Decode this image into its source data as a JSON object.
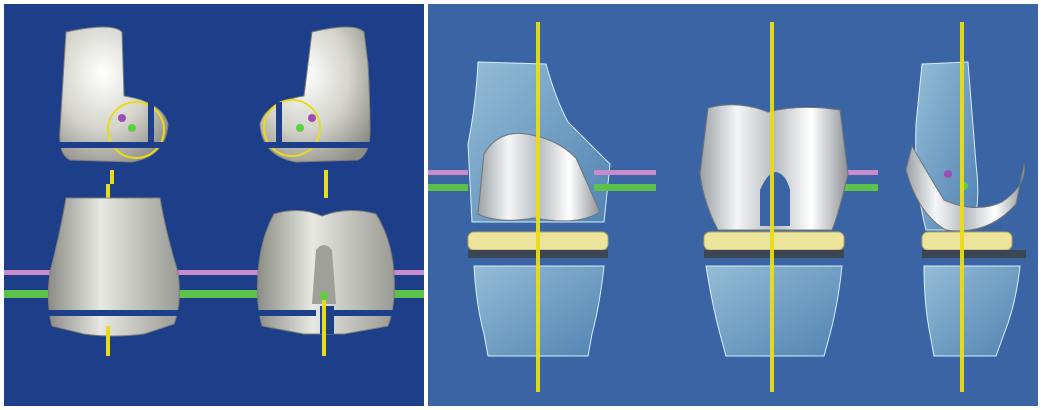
{
  "figure": {
    "panels": [
      {
        "id": "femoral-component-planning",
        "views": [
          "distal-lateral",
          "distal-medial",
          "anterior-left",
          "anterior-right"
        ]
      },
      {
        "id": "implant-alignment",
        "views": [
          "coronal-oblique",
          "coronal-anterior",
          "sagittal"
        ]
      }
    ]
  },
  "colors": {
    "left_background": "#1d3f8a",
    "right_background": "#3b64a4",
    "mechanical_axis": "#e8dc1a",
    "joint_line_upper": "#c88ccc",
    "joint_line_lower": "#5cc24a",
    "bone_surface": "#d8d8d0",
    "transparent_bone": "#7fb5d2",
    "metal_component": "#e6e8ea",
    "polyethylene_insert": "#ece39c",
    "circle_marker": "#e8dc1a",
    "point_purple": "#9a4fb2",
    "point_green": "#5cd040"
  },
  "icons": [
    "femur-bone-model",
    "rotation-circle-marker",
    "femoral-implant-component",
    "tibial-tray",
    "polyethylene-insert",
    "tibia-bone-model"
  ]
}
